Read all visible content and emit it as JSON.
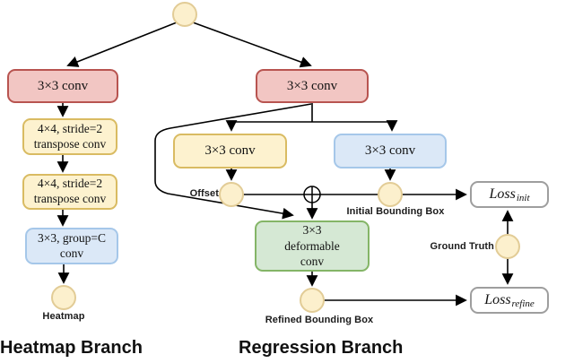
{
  "branch_titles": {
    "heatmap": "Heatmap Branch",
    "regression": "Regression Branch"
  },
  "boxes": {
    "hm_conv": {
      "label": "3×3 conv"
    },
    "hm_deconv1": {
      "line1": "4×4, stride=2",
      "line2": "transpose conv"
    },
    "hm_deconv2": {
      "line1": "4×4, stride=2",
      "line2": "transpose conv"
    },
    "hm_groupconv": {
      "line1": "3×3, group=C",
      "line2": "conv"
    },
    "rg_conv": {
      "label": "3×3 conv"
    },
    "rg_offset_conv": {
      "label": "3×3 conv"
    },
    "rg_bbox_conv": {
      "label": "3×3 conv"
    },
    "rg_deform": {
      "line1": "3×3",
      "line2": "deformable",
      "line3": "conv"
    },
    "loss_init": {
      "main": "Loss",
      "sub": "init"
    },
    "loss_refine": {
      "main": "Loss",
      "sub": "refine"
    }
  },
  "node_labels": {
    "heatmap": "Heatmap",
    "offset": "Offset",
    "initial_bbox": "Initial Bounding Box",
    "ground_truth": "Ground Truth",
    "refined_bbox": "Refined Bounding Box"
  },
  "colors": {
    "conv_red_fill": "#f2c6c3",
    "conv_red_border": "#b85450",
    "conv_yellow_fill": "#fdf2cf",
    "conv_yellow_border": "#d9bb62",
    "conv_blue_fill": "#dbe8f7",
    "conv_blue_border": "#a5c7e9",
    "conv_green_fill": "#d5e8d4",
    "conv_green_border": "#84b567",
    "node_fill": "#fcf0cd",
    "node_border": "#e2cc96",
    "loss_border": "#9e9e9e",
    "line": "#000000"
  }
}
